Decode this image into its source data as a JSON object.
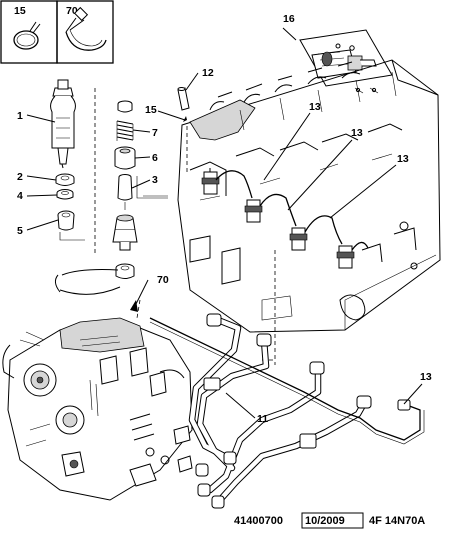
{
  "inset_boxes": [
    {
      "ref": "15",
      "icon": "hose-clamp-icon"
    },
    {
      "ref": "70",
      "icon": "worm-clamp-icon"
    }
  ],
  "callouts": [
    "1",
    "2",
    "3",
    "4",
    "5",
    "6",
    "7",
    "11",
    "12",
    "13",
    "13",
    "13",
    "13",
    "15",
    "16",
    "70"
  ],
  "footer": {
    "doc_number": "41400700",
    "date": "10/2009",
    "code": "4F 14N70A"
  }
}
